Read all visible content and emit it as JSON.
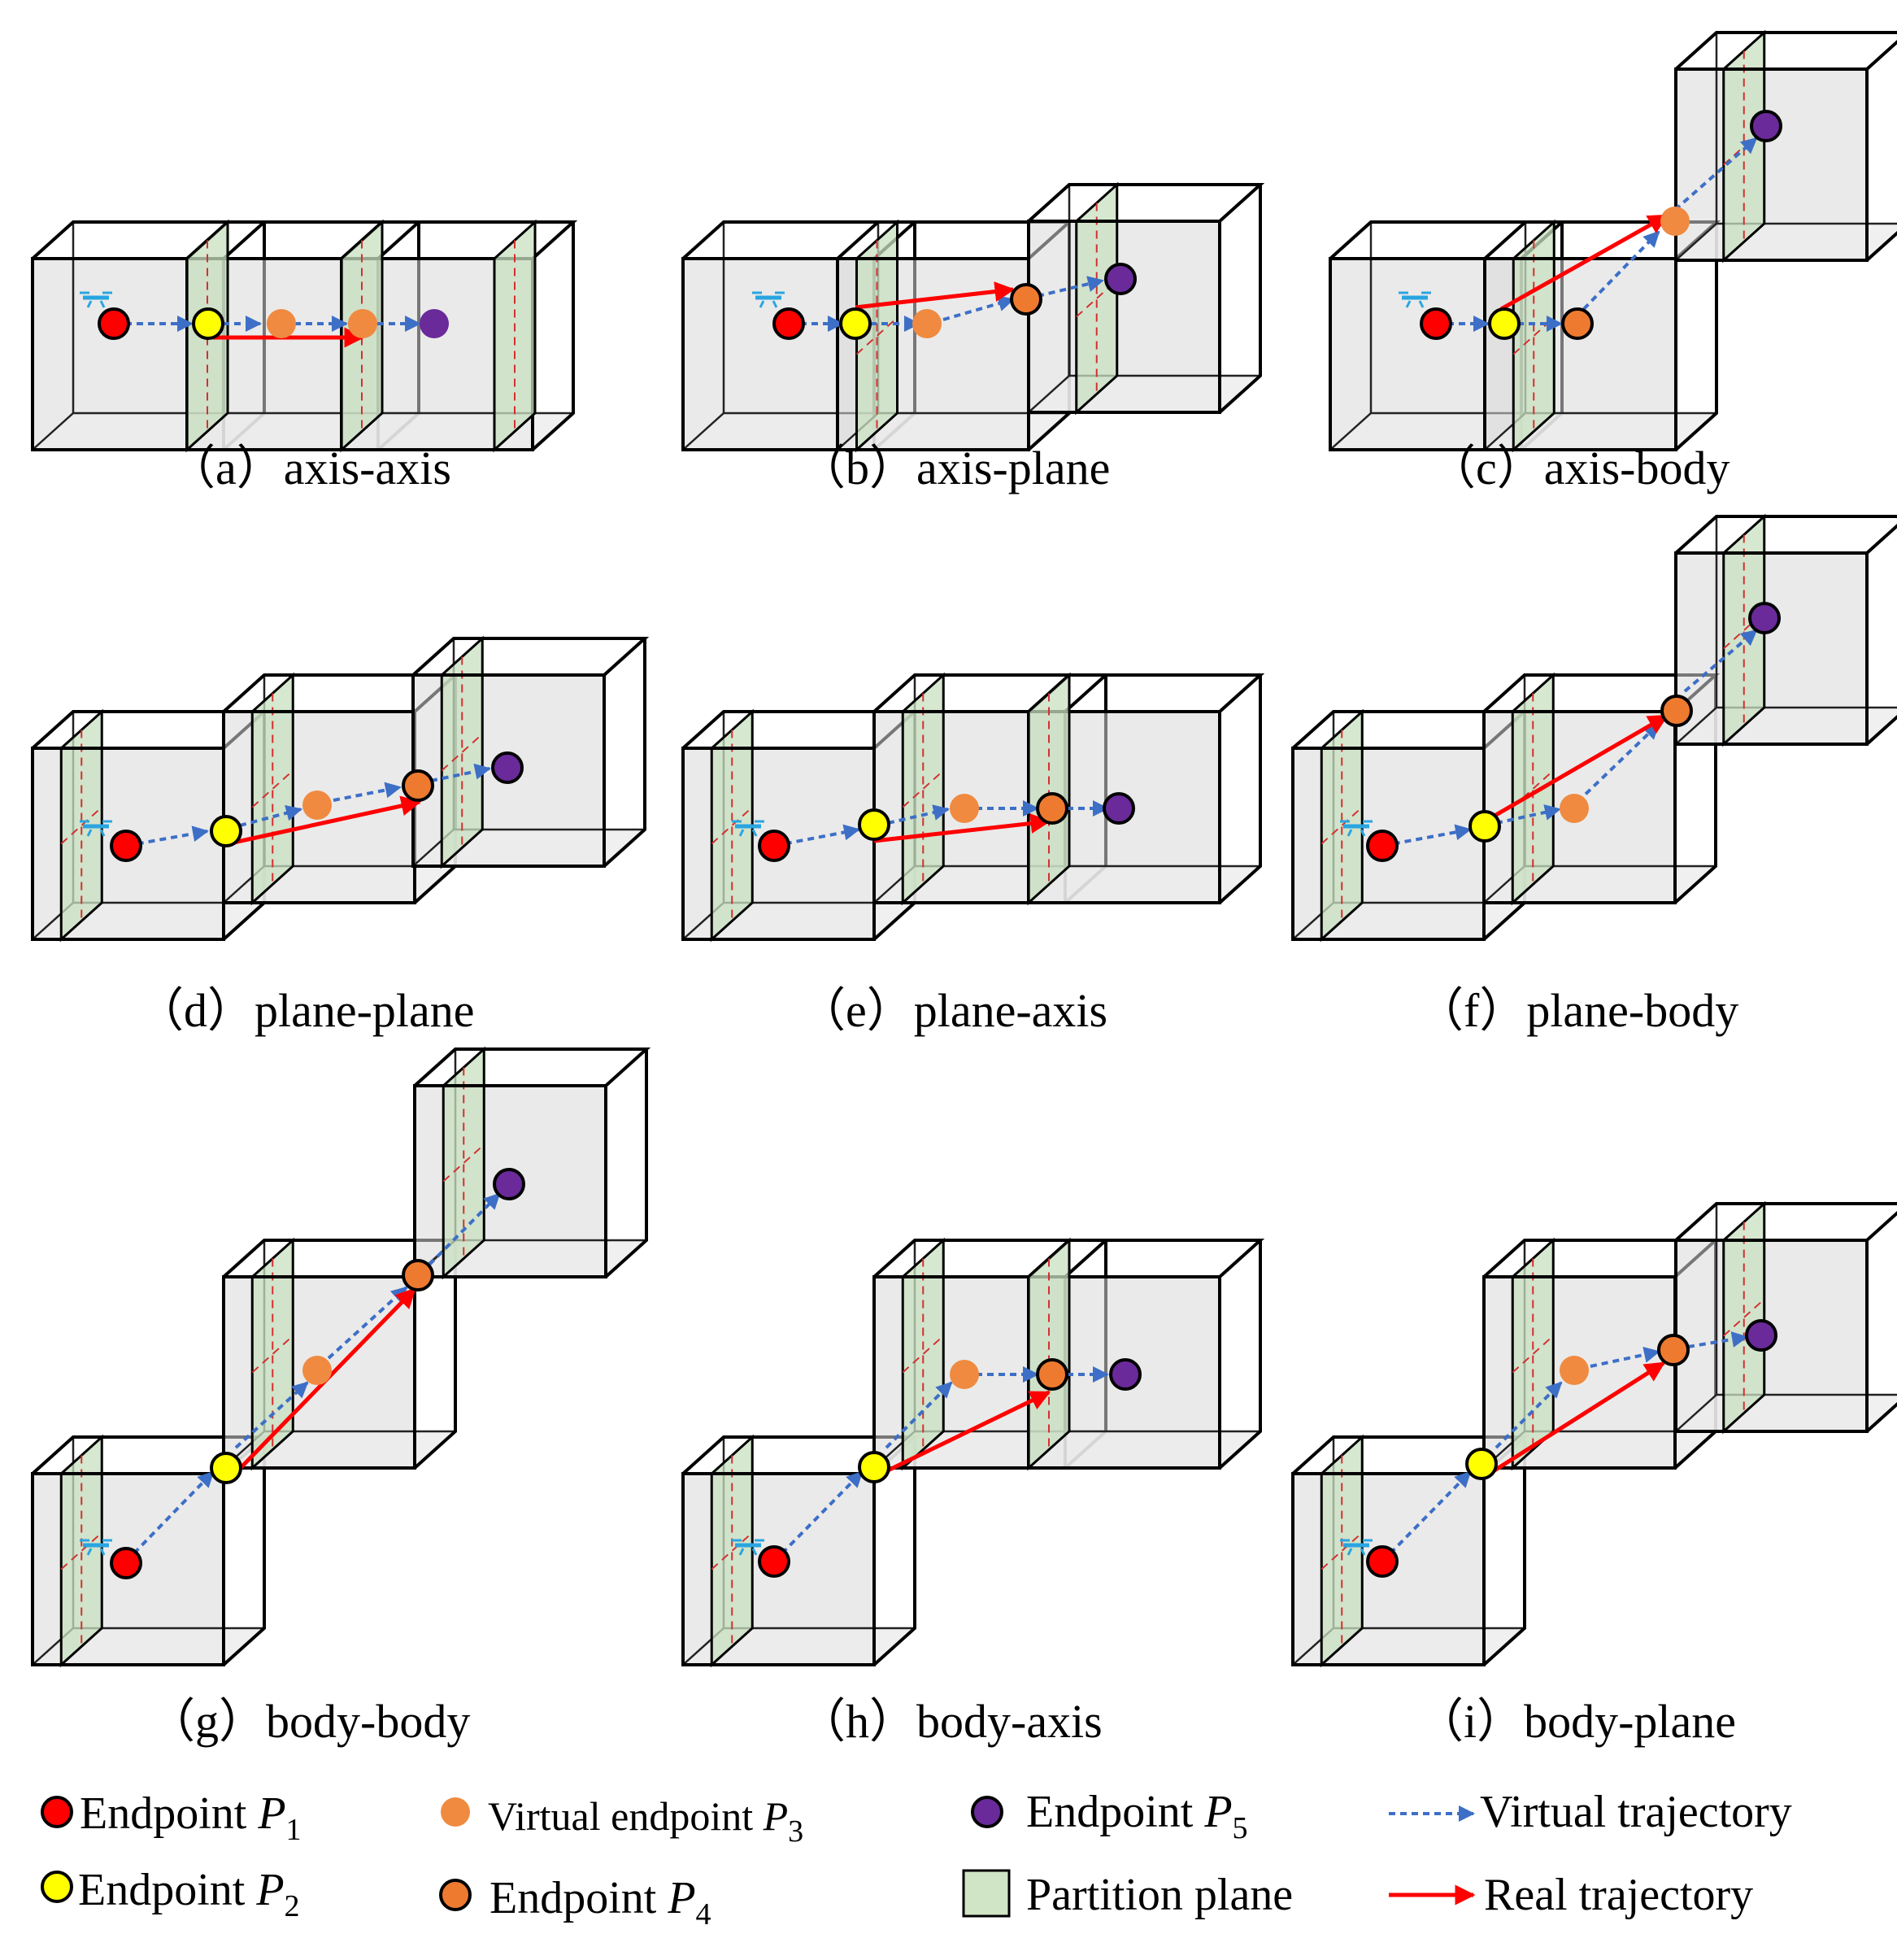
{
  "panels": [
    {
      "id": "a",
      "caption": "（a）axis-axis"
    },
    {
      "id": "b",
      "caption": "（b）axis-plane"
    },
    {
      "id": "c",
      "caption": "（c）axis-body"
    },
    {
      "id": "d",
      "caption": "（d）plane-plane"
    },
    {
      "id": "e",
      "caption": "（e）plane-axis"
    },
    {
      "id": "f",
      "caption": "（f）plane-body"
    },
    {
      "id": "g",
      "caption": "（g）body-body"
    },
    {
      "id": "h",
      "caption": "（h）body-axis"
    },
    {
      "id": "i",
      "caption": "（i）body-plane"
    }
  ],
  "legend": {
    "p1": {
      "label": "Endpoint ",
      "var": "P",
      "sub": "1"
    },
    "p2": {
      "label": "Endpoint ",
      "var": "P",
      "sub": "2"
    },
    "p3": {
      "label": "Virtual endpoint ",
      "var": "P",
      "sub": "3"
    },
    "p4": {
      "label": "Endpoint ",
      "var": "P",
      "sub": "4"
    },
    "p5": {
      "label": "Endpoint ",
      "var": "P",
      "sub": "5"
    },
    "plane": {
      "label": "Partition plane"
    },
    "virtual": {
      "label": "Virtual trajectory"
    },
    "real": {
      "label": "Real trajectory"
    }
  },
  "colors": {
    "p1": "#ff0000",
    "p2": "#ffff00",
    "p3": "#f08a40",
    "p4": "#ee7a30",
    "p5": "#6a2a9a",
    "partition_plane": "#cfe5c5",
    "virtual_trajectory": "#3d6fc7",
    "real_trajectory": "#ff0000"
  },
  "icons": {
    "drone": "drone-icon"
  }
}
